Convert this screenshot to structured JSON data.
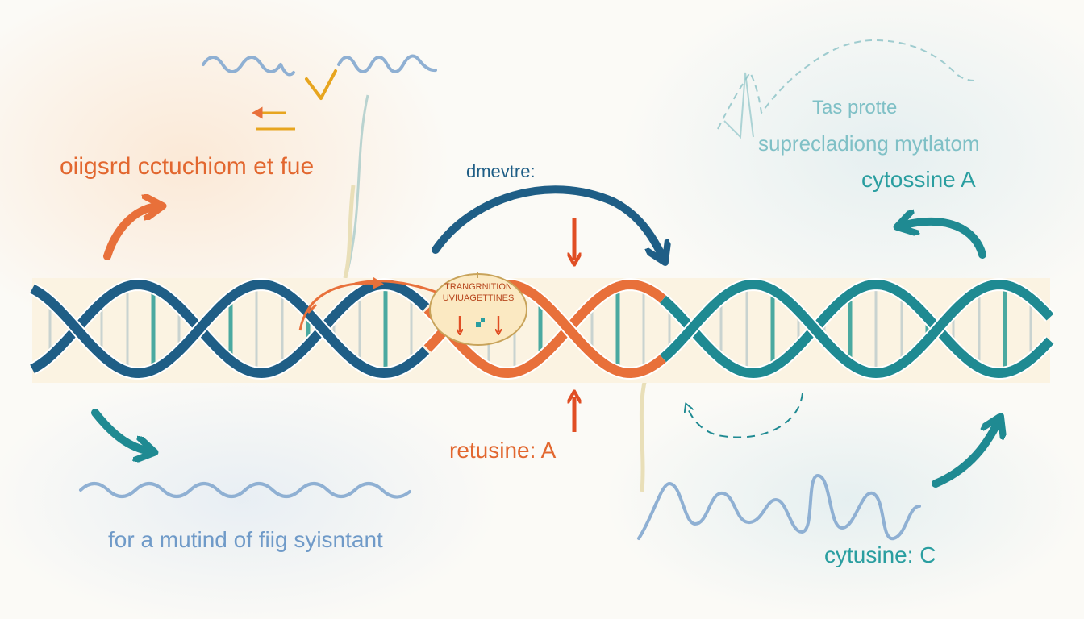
{
  "colors": {
    "blue": "#1f5e86",
    "teal": "#1f8a92",
    "orange": "#e8703a",
    "light_blue": "#8fb0d3",
    "gold": "#e7a51f",
    "cream": "#fbf3e2",
    "rung": "#c9d3d0",
    "rung_accent": "#4aa9a0",
    "text_blue": "#1f5e86",
    "text_teal": "#2a9ea0",
    "text_orange": "#e2672f",
    "text_light_blue": "#6f9ac8",
    "text_faded_teal": "#7fc0c6",
    "callout_fill": "#fbe9c2",
    "callout_stroke": "#c8a35a",
    "callout_text": "#b7461d"
  },
  "labels": {
    "orange_left": "oiigsrd cctuchiom et fue",
    "blue_top": "dmevtre:",
    "teal_line1": "Tas protte",
    "teal_line2": "suprecladiong mytlatom",
    "teal_line3": "cytossine A",
    "orange_bottom": "retusine: A",
    "blue_bottom": "for a mutind of fiig syisntant",
    "teal_bottom": "cytusine: C"
  },
  "callout": {
    "line1": "TRANGRNITION",
    "line2": "UVIUAGETTINES"
  }
}
